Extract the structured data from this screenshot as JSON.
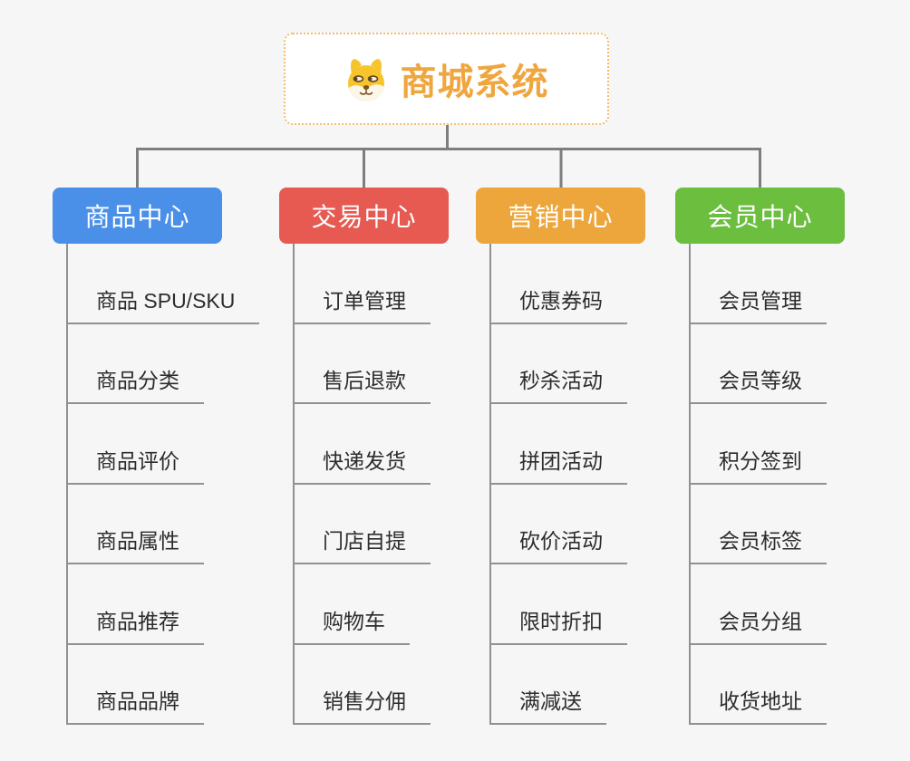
{
  "root": {
    "title": "商城系统",
    "title_color": "#f0a63e",
    "border_color": "#f3bc6e",
    "icon": "shiba-dog-icon"
  },
  "branches": [
    {
      "label": "商品中心",
      "color": "#4a90e8",
      "items": [
        "商品 SPU/SKU",
        "商品分类",
        "商品评价",
        "商品属性",
        "商品推荐",
        "商品品牌"
      ]
    },
    {
      "label": "交易中心",
      "color": "#e65a52",
      "items": [
        "订单管理",
        "售后退款",
        "快递发货",
        "门店自提",
        "购物车",
        "销售分佣"
      ]
    },
    {
      "label": "营销中心",
      "color": "#eda63b",
      "items": [
        "优惠券码",
        "秒杀活动",
        "拼团活动",
        "砍价活动",
        "限时折扣",
        "满减送"
      ]
    },
    {
      "label": "会员中心",
      "color": "#6cbe3f",
      "items": [
        "会员管理",
        "会员等级",
        "积分签到",
        "会员标签",
        "会员分组",
        "收货地址"
      ]
    }
  ],
  "colors": {
    "background": "#f6f6f7",
    "connector_line": "#7e7e7e",
    "subtree_line": "#8f9194",
    "item_text": "#2d2d2d",
    "branch_text": "#ffffff"
  }
}
